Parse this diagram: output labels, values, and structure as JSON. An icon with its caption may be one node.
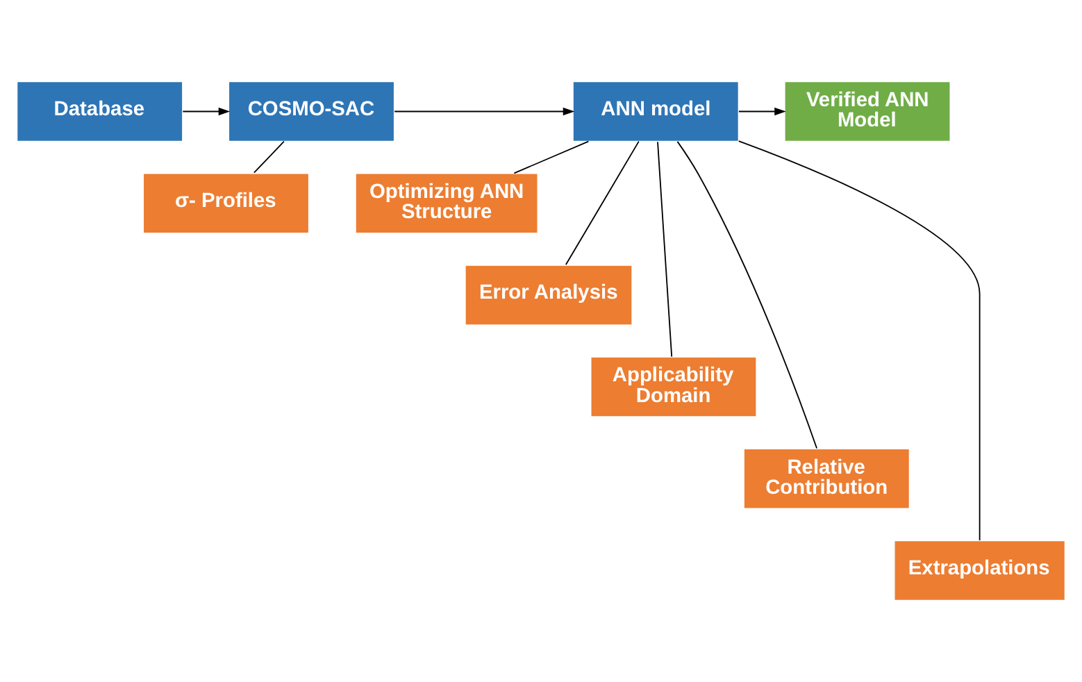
{
  "diagram": {
    "nodes": [
      {
        "text": [
          "Database"
        ]
      },
      {
        "text": [
          "COSMO-SAC"
        ]
      },
      {
        "text": [
          "ANN model"
        ]
      },
      {
        "text": [
          "Verified ANN Model"
        ]
      },
      {
        "text": [
          "σ- Profiles"
        ]
      },
      {
        "text": [
          "Optimizing ANN Structure"
        ]
      },
      {
        "text": [
          "Error Analysis"
        ]
      },
      {
        "text": [
          "Applicability Domain"
        ]
      },
      {
        "text": [
          "Relative Contribution"
        ]
      },
      {
        "text": [
          "Extrapolations"
        ]
      }
    ],
    "edges": [
      {
        "from": 0,
        "to": 1,
        "arrow": "to"
      },
      {
        "from": 1,
        "to": 2,
        "arrow": "to"
      },
      {
        "from": 2,
        "to": 3,
        "arrow": "to"
      },
      {
        "from": 1,
        "to": 4,
        "arrow": "none"
      },
      {
        "from": 2,
        "to": 5,
        "arrow": "none"
      },
      {
        "from": 2,
        "to": 6,
        "arrow": "none"
      },
      {
        "from": 2,
        "to": 7,
        "arrow": "none"
      },
      {
        "from": 2,
        "to": 8,
        "arrow": "none"
      },
      {
        "from": 2,
        "to": 9,
        "arrow": "none"
      }
    ]
  }
}
